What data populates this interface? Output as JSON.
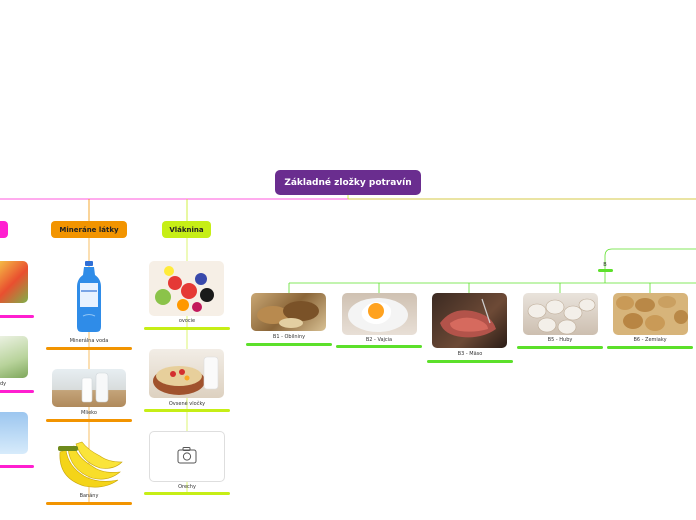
{
  "title": "Základné zložky potravín",
  "colors": {
    "root": "#6a2d8f",
    "pink": "#ff1fd0",
    "orange": "#f29400",
    "lime": "#c6ee16",
    "green": "#5ce02a"
  },
  "branches": {
    "minerals": {
      "label": "Mineráne látky",
      "items": [
        "Minerálna voda",
        "Mlieko",
        "Banány"
      ]
    },
    "fiber": {
      "label": "Vláknina",
      "items": [
        "ovocie",
        "Ovsené vločky",
        "Orechy"
      ]
    },
    "left_partial": {
      "items": [
        "dy"
      ]
    },
    "vitamin_b": {
      "label": "B",
      "items": [
        "B1 - Obilniny",
        "B2 - Vajcia",
        "B3 - Mäso",
        "B5 - Huby",
        "B6 - Zemiaky"
      ]
    }
  }
}
